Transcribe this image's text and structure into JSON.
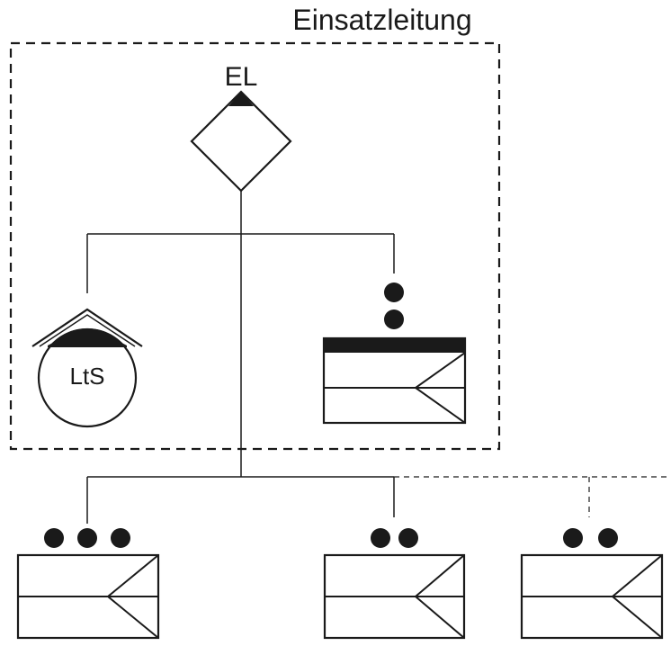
{
  "group": {
    "title": "Einsatzleitung"
  },
  "nodes": {
    "command_label": "EL",
    "station_label": "LtS"
  }
}
